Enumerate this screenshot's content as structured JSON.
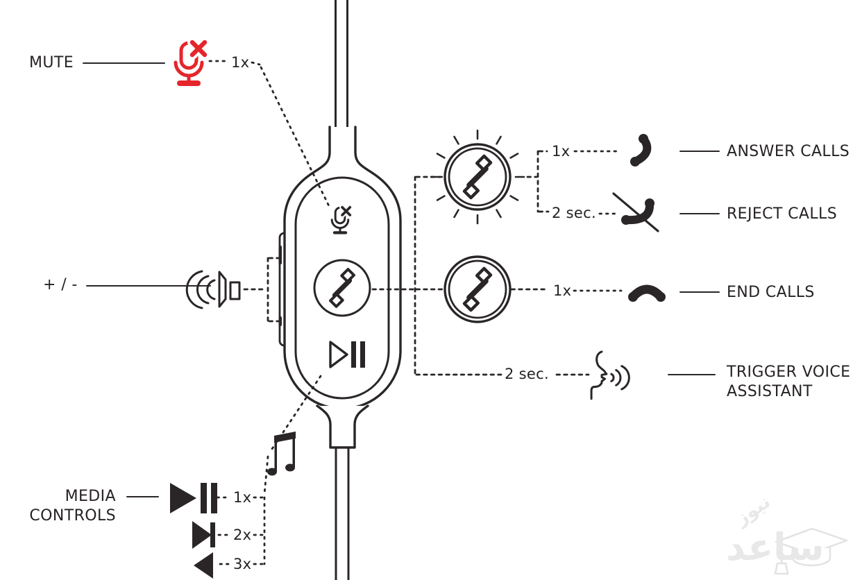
{
  "colors": {
    "ink": "#2a2627",
    "red": "#e4262c",
    "watermark": "#e8e8e8"
  },
  "annotations": {
    "mute": {
      "label": "MUTE",
      "tap": "1x",
      "icon": "microphone-muted"
    },
    "volume": {
      "label": "+ / -",
      "icon": "speaker-sound-waves"
    },
    "media": {
      "label_line1": "MEDIA",
      "label_line2": "CONTROLS",
      "note_icon": "music-note",
      "items": [
        {
          "icon": "play-pause",
          "tap": "1x"
        },
        {
          "icon": "next-track",
          "tap": "2x"
        },
        {
          "icon": "previous-track",
          "tap": "3x"
        }
      ]
    },
    "calls": [
      {
        "tap": "1x",
        "icon": "phone-answer",
        "label": "ANSWER CALLS"
      },
      {
        "tap": "2 sec.",
        "icon": "phone-reject",
        "label": "REJECT CALLS"
      },
      {
        "tap": "1x",
        "icon": "phone-end",
        "label": "END CALLS"
      },
      {
        "tap": "2 sec.",
        "icon": "voice-assistant",
        "label_line1": "TRIGGER VOICE",
        "label_line2": "ASSISTANT"
      }
    ],
    "remote_icons": [
      "microphone-muted",
      "phone-handset",
      "play-pause"
    ],
    "ring_indicator_icon": "phone-ringing",
    "watermark": {
      "line1": "نیوز",
      "line2": "ساعد",
      "icon": "graduation-cap"
    }
  }
}
